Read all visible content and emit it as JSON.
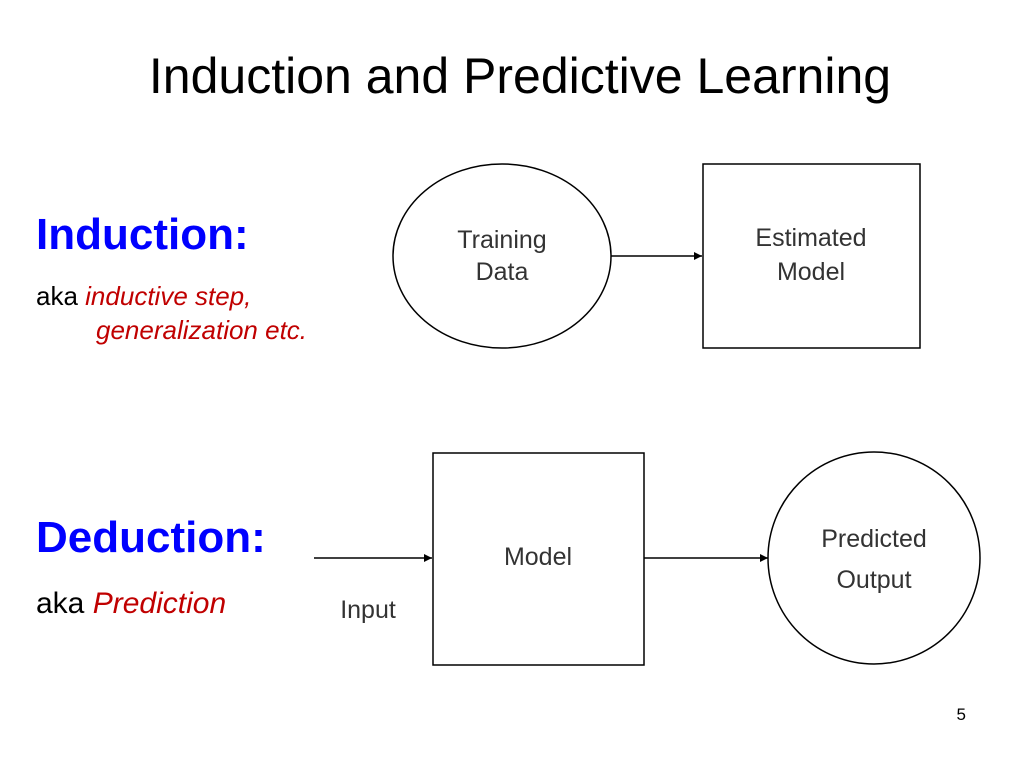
{
  "slide": {
    "title": "Induction and Predictive Learning",
    "page_number": "5"
  },
  "induction": {
    "heading": "Induction:",
    "aka_prefix": "aka",
    "aka_term_line1": "inductive step,",
    "aka_term_line2": "generalization etc.",
    "diagram": {
      "source_line1": "Training",
      "source_line2": "Data",
      "target_line1": "Estimated",
      "target_line2": "Model"
    }
  },
  "deduction": {
    "heading": "Deduction:",
    "aka_prefix": "aka",
    "aka_term": "Prediction",
    "diagram": {
      "input_label": "Input",
      "model_label": "Model",
      "output_line1": "Predicted",
      "output_line2": "Output"
    }
  },
  "colors": {
    "heading": "#0000ff",
    "aka_term": "#c00000",
    "diagram_stroke": "#000000",
    "diagram_text": "#333333"
  }
}
